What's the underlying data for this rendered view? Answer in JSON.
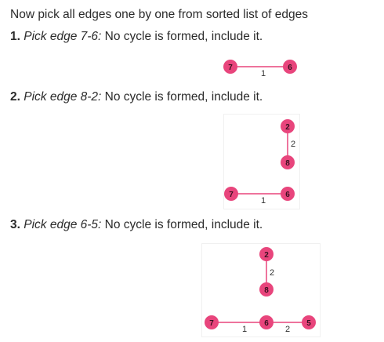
{
  "intro": "Now pick all edges one by one from sorted list of edges",
  "steps": [
    {
      "number": "1.",
      "pick": "Pick edge 7-6:",
      "result": "No cycle is formed, include it."
    },
    {
      "number": "2.",
      "pick": "Pick edge 8-2:",
      "result": "No cycle is formed, include it."
    },
    {
      "number": "3.",
      "pick": "Pick edge 6-5:",
      "result": "No cycle is formed, include it."
    }
  ],
  "graph1": {
    "nodes": {
      "a": "7",
      "b": "6"
    },
    "weights": {
      "e76": "1"
    }
  },
  "graph2": {
    "nodes": {
      "n2": "2",
      "n8": "8",
      "n7": "7",
      "n6": "6"
    },
    "weights": {
      "e82": "2",
      "e76": "1"
    }
  },
  "graph3": {
    "nodes": {
      "n2": "2",
      "n8": "8",
      "n7": "7",
      "n6": "6",
      "n5": "5"
    },
    "weights": {
      "e82": "2",
      "e76": "1",
      "e65": "2"
    }
  },
  "colors": {
    "node": "#e8457c",
    "edge": "#e8457c",
    "node_text": "#3a1020",
    "weight_text": "#333333"
  }
}
